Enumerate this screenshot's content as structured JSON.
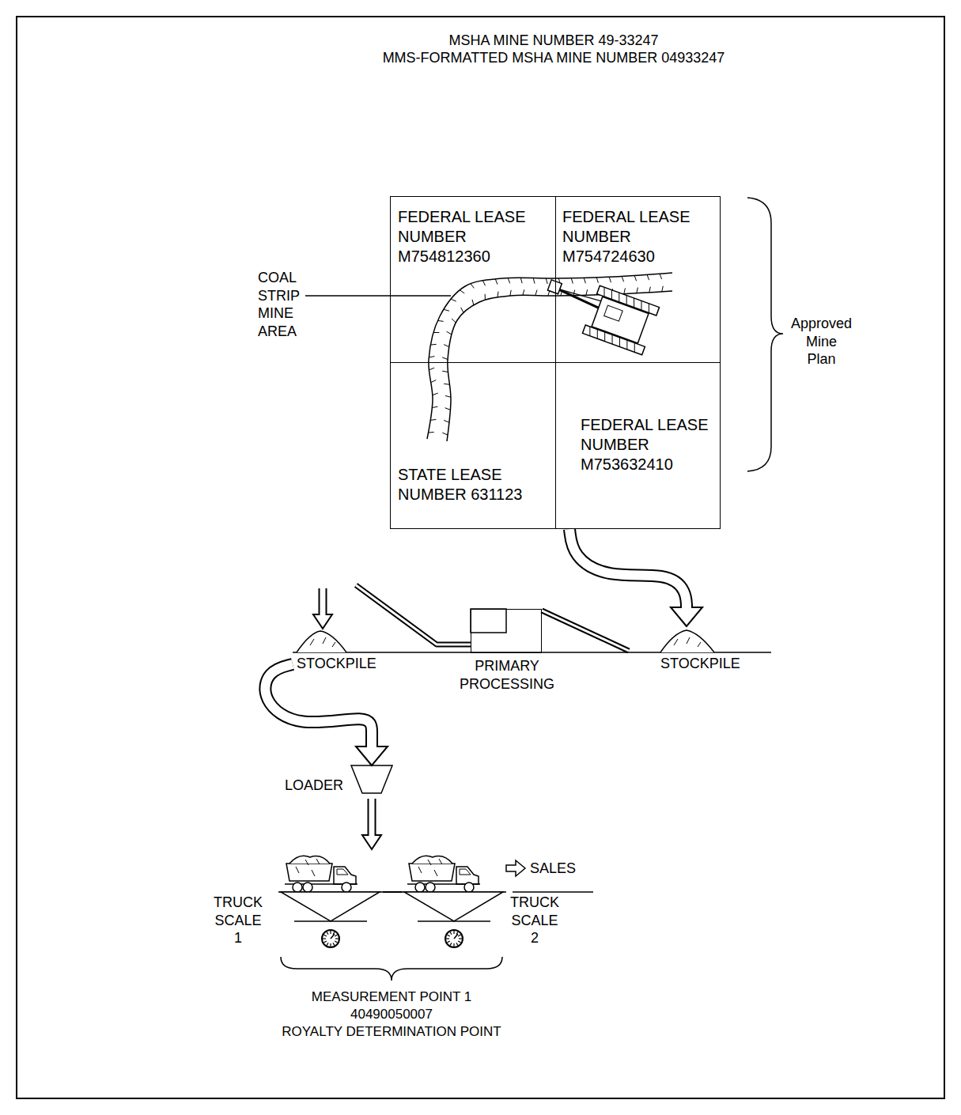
{
  "diagram": {
    "title": "MSHA MINE NUMBER 49-33247",
    "nodes": [
      {
        "text": [
          "FEDERAL LEASE NUMBER M754812360"
        ]
      },
      {
        "text": [
          "FEDERAL LEASE NUMBER M754724630"
        ]
      },
      {
        "text": [
          "STATE LEASE NUMBER 631123"
        ]
      },
      {
        "text": [
          "FEDERAL LEASE NUMBER M753632410"
        ]
      },
      {
        "text": [
          "STOCKPILE"
        ]
      },
      {
        "text": [
          "PRIMARY PROCESSING"
        ]
      },
      {
        "text": [
          "STOCKPILE"
        ]
      },
      {
        "text": [
          "LOADER"
        ]
      },
      {
        "text": [
          "TRUCK SCALE 1"
        ]
      },
      {
        "text": [
          "TRUCK SCALE 2"
        ]
      }
    ],
    "edges": [
      {
        "from": 3,
        "to": 6,
        "arrow": "to"
      },
      {
        "from": 6,
        "to": 5,
        "arrow": "none"
      },
      {
        "from": 5,
        "to": 4,
        "arrow": "to"
      },
      {
        "from": 4,
        "to": 7,
        "arrow": "to"
      },
      {
        "from": 7,
        "to": 8,
        "arrow": "to"
      },
      {
        "from": 8,
        "to": 9,
        "arrow": "none"
      }
    ],
    "labels": [
      "MMS-FORMATTED MSHA MINE NUMBER 04933247",
      "COAL STRIP MINE AREA",
      "Approved Mine Plan",
      "SALES",
      "MEASUREMENT POINT 1",
      "40490050007",
      "ROYALTY DETERMINATION POINT"
    ]
  }
}
